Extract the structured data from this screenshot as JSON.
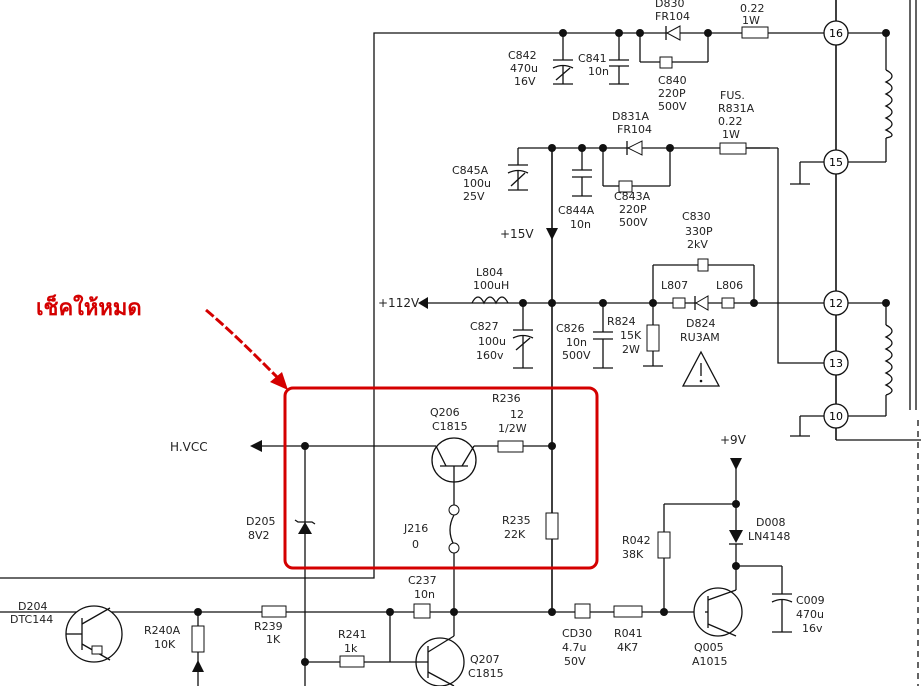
{
  "annotation": {
    "text": "เช็คให้หมด",
    "color": "#d40000"
  },
  "connector_pins": [
    "16",
    "15",
    "12",
    "13",
    "10"
  ],
  "rails": {
    "v15": "+15V",
    "v112": "+112V",
    "v9": "+9V",
    "hvcc": "H.VCC"
  },
  "components": {
    "d830": [
      "D830",
      "FR104"
    ],
    "r830": [
      "0.22",
      "1W"
    ],
    "c842": [
      "C842",
      "470u",
      "16V"
    ],
    "c841": [
      "C841",
      "10n"
    ],
    "c840": [
      "C840",
      "220P",
      "500V"
    ],
    "d831a": [
      "D831A",
      "FR104"
    ],
    "r831a": [
      "FUS.",
      "R831A",
      "0.22",
      "1W"
    ],
    "c845a": [
      "C845A",
      "100u",
      "25V"
    ],
    "c844a": [
      "C844A",
      "10n"
    ],
    "c843a": [
      "C843A",
      "220P",
      "500V"
    ],
    "c830": [
      "C830",
      "330P",
      "2kV"
    ],
    "l804": [
      "L804",
      "100uH"
    ],
    "l807": [
      "L807"
    ],
    "l806": [
      "L806"
    ],
    "c827": [
      "C827",
      "100u",
      "160v"
    ],
    "c826": [
      "C826",
      "10n",
      "500V"
    ],
    "r824": [
      "R824",
      "15K",
      "2W"
    ],
    "d824": [
      "D824",
      "RU3AM"
    ],
    "q206": [
      "Q206",
      "C1815"
    ],
    "r236": [
      "R236",
      "12",
      "1/2W"
    ],
    "d205": [
      "D205",
      "8V2"
    ],
    "j216": [
      "J216",
      "0"
    ],
    "r235": [
      "R235",
      "22K"
    ],
    "d008": [
      "D008",
      "LN4148"
    ],
    "r042": [
      "R042",
      "38K"
    ],
    "c009": [
      "C009",
      "470u",
      "16v"
    ],
    "d204": [
      "D204",
      "DTC144"
    ],
    "r240a": [
      "R240A",
      "10K"
    ],
    "r239": [
      "R239",
      "1K"
    ],
    "c237": [
      "C237",
      "10n"
    ],
    "r241": [
      "R241",
      "1k"
    ],
    "q207": [
      "Q207",
      "C1815"
    ],
    "c030": [
      "CD30",
      "4.7u",
      "50V"
    ],
    "r041": [
      "R041",
      "4K7"
    ],
    "q005": [
      "Q005",
      "A1015"
    ]
  }
}
